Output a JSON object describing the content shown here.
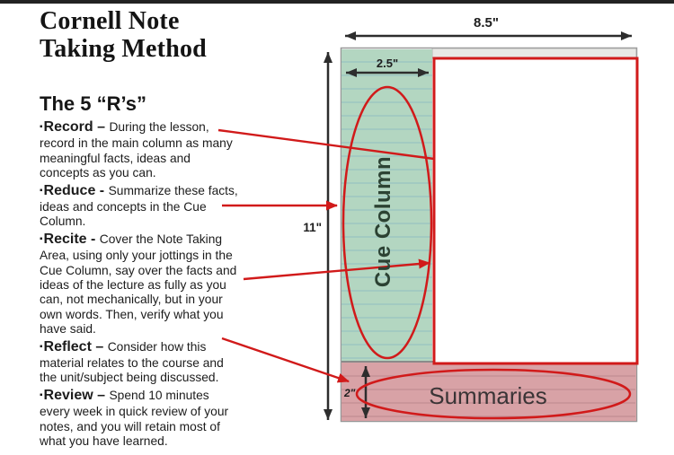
{
  "title": "Cornell Note\nTaking Method",
  "heading": "The 5 “R’s”",
  "r_items": [
    {
      "bullet": "▪",
      "lead": "Record – ",
      "body": "During the lesson,\nrecord  in the main column as many\nmeaningful facts, ideas and\nconcepts as you can."
    },
    {
      "bullet": "▪",
      "lead": "Reduce - ",
      "body": "Summarize these facts,\nideas and concepts in the Cue\nColumn."
    },
    {
      "bullet": "▪",
      "lead": "Recite - ",
      "body": "Cover the Note Taking\nArea, using only your jottings in the\nCue Column, say over the facts and\nideas of the lecture as fully as you\ncan, not mechanically, but in your\nown words. Then, verify what you\nhave said."
    },
    {
      "bullet": "▪",
      "lead": "Reflect – ",
      "body": "Consider how this\nmaterial relates to the course and\nthe unit/subject being discussed."
    },
    {
      "bullet": "▪",
      "lead": "Review – ",
      "body": "Spend 10 minutes\nevery week in quick review of your\nnotes, and you will retain most of\nwhat you have learned."
    }
  ],
  "diagram": {
    "labels": {
      "page_width": "8.5\"",
      "page_height": "11\"",
      "cue_width": "2.5\"",
      "summary_height": "2\"",
      "cue_column": "Cue Column",
      "summaries": "Summaries"
    },
    "colors": {
      "cue_fill": "#b3d6c1",
      "summary_fill": "#d8a2a6",
      "highlight_red": "#d11a1a",
      "dimension_black": "#2d2d2d"
    }
  }
}
